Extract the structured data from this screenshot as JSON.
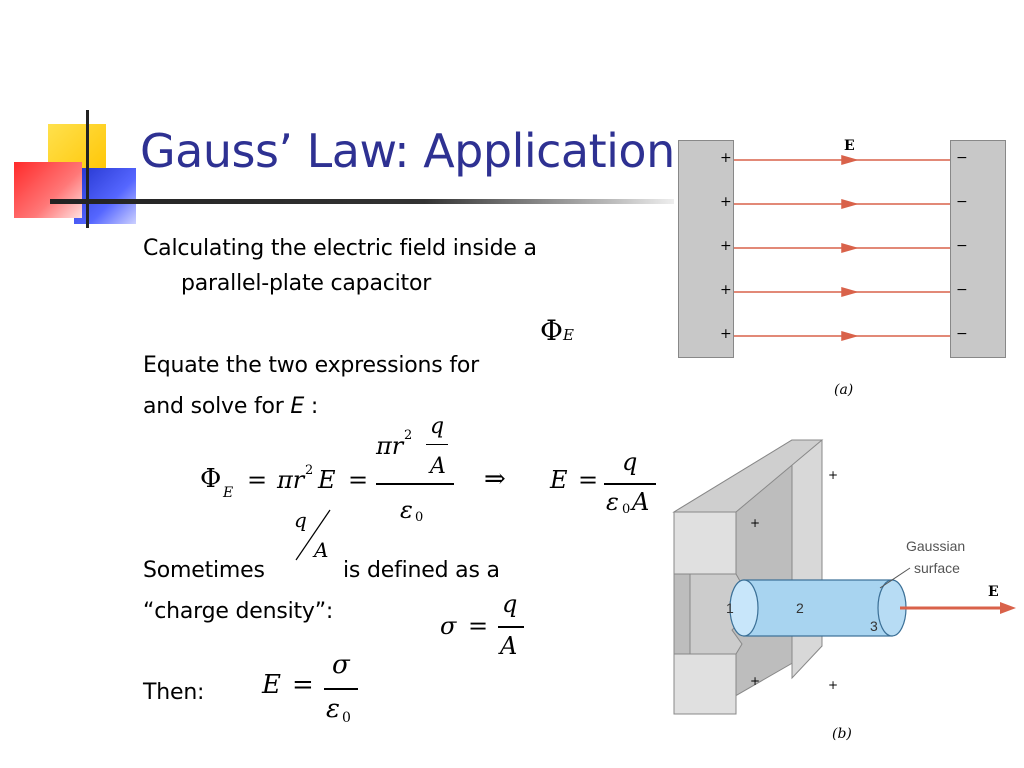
{
  "slide": {
    "title": "Gauss’ Law: Application",
    "text": {
      "line1": "Calculating the electric field inside a",
      "line2": "parallel-plate capacitor",
      "equate_line": "Equate the two expressions for",
      "solve_pre": "and solve for ",
      "solve_var": "E",
      "solve_post": " :",
      "sometimes": "Sometimes",
      "defined_as": "is defined as a",
      "charge_density": "“charge density”:",
      "then": "Then:"
    },
    "math": {
      "phi": "Φ",
      "sub_E": "E",
      "eq": "=",
      "pi_r": "πr",
      "sq": "2",
      "E": "E",
      "q": "q",
      "A": "A",
      "eps": "ε",
      "zero": "0",
      "implies": "⇒",
      "sigma": "σ"
    },
    "figure_a": {
      "plus": "+",
      "minus": "−",
      "field_label": "E",
      "caption": "(a)"
    },
    "figure_b": {
      "gaussian_label_1": "Gaussian",
      "gaussian_label_2": "surface",
      "n1": "1",
      "n2": "2",
      "n3": "3",
      "field_label": "E",
      "plus": "+",
      "caption": "(b)"
    },
    "colors": {
      "title": "#2e3192",
      "logo_yellow": "#ffd200",
      "logo_blue": "#3344dd",
      "logo_red": "#ff3333",
      "field_arrow": "#d9624a",
      "cylinder": "#a8d4f0"
    }
  }
}
